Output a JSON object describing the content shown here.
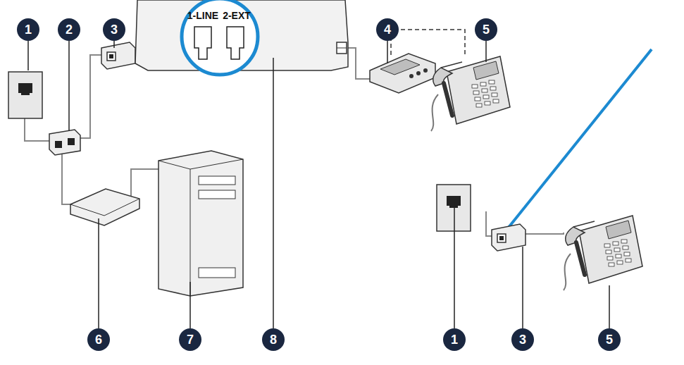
{
  "diagram": {
    "labels": [
      "1",
      "2",
      "3",
      "1-LINE",
      "2-EXT",
      "4",
      "5",
      "6",
      "7",
      "8",
      "1",
      "3",
      "5"
    ]
  }
}
